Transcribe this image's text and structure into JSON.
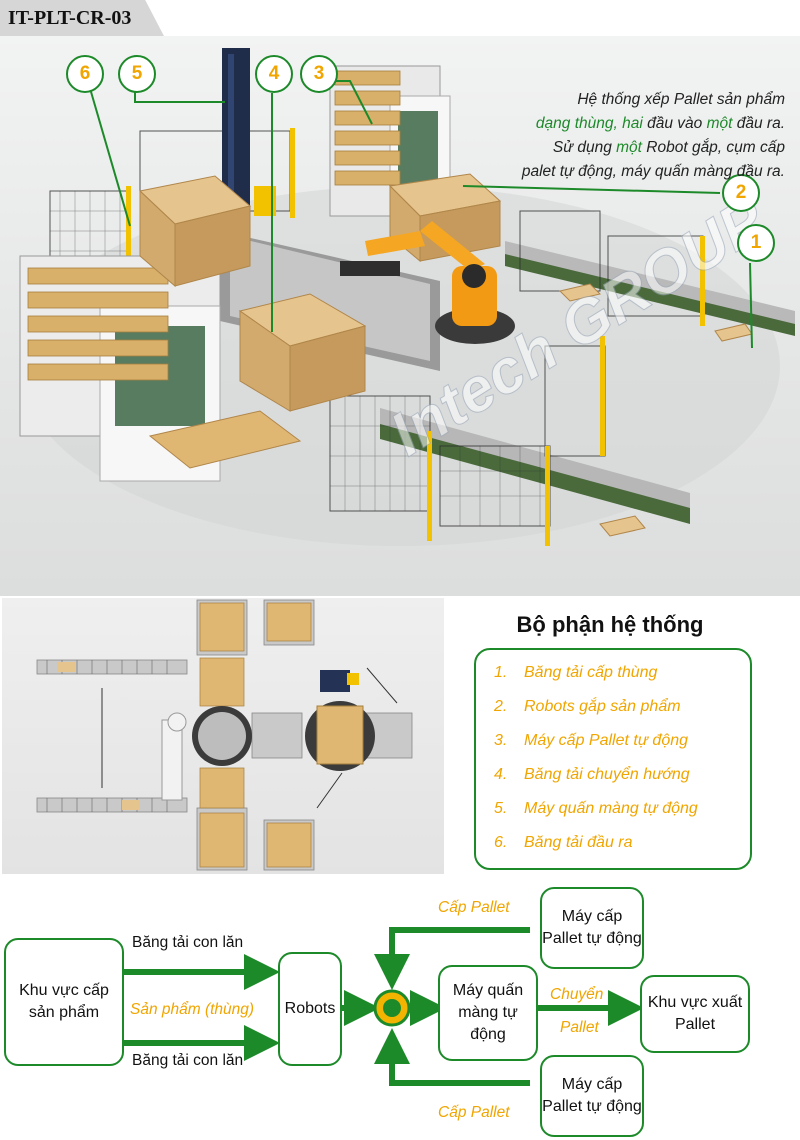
{
  "header": {
    "code": "IT-PLT-CR-03"
  },
  "hero": {
    "line1": "Hệ thống xếp Pallet sản phẩm",
    "line2_a": "dạng thùng, ",
    "line2_b": "hai",
    "line2_c": " đầu vào ",
    "line2_d": "một",
    "line2_e": " đầu ra.",
    "line3_a": "Sử dụng ",
    "line3_b": "một",
    "line3_c": " Robot gắp, cụm cấp",
    "line4": "palet tự động, máy quấn màng đầu ra.",
    "badges": [
      "1",
      "2",
      "3",
      "4",
      "5",
      "6"
    ],
    "watermark": "Intech GROUP"
  },
  "parts": {
    "title": "Bộ phận hệ thống",
    "items": [
      {
        "num": "1.",
        "label": "Băng tải cấp thùng"
      },
      {
        "num": "2.",
        "label": "Robots gắp sản phẩm"
      },
      {
        "num": "3.",
        "label": "Máy cấp Pallet tự động"
      },
      {
        "num": "4.",
        "label": "Băng tải chuyển hướng"
      },
      {
        "num": "5.",
        "label": "Máy quấn màng tự động"
      },
      {
        "num": "6.",
        "label": "Băng tải đầu ra"
      }
    ]
  },
  "flow": {
    "supply_area": "Khu vực cấp sản phẩm",
    "conveyor_top": "Băng tải con lăn",
    "product_box": "Sản phẩm (thùng)",
    "conveyor_bottom": "Băng tải con lăn",
    "robots": "Robots",
    "pallet_feeder_top": "Máy cấp Pallet tự động",
    "pallet_feed_top": "Cấp Pallet",
    "wrapper": "Máy quấn màng tự động",
    "transfer": "Chuyển",
    "pallet": "Pallet",
    "output": "Khu vực xuất Pallet",
    "pallet_feeder_bottom": "Máy cấp Pallet tự động",
    "pallet_feed_bottom": "Cấp Pallet"
  },
  "colors": {
    "green": "#1d8a2a",
    "orange": "#f0a500",
    "arrow": "#1d8a2a",
    "hub": "#f2b400"
  }
}
